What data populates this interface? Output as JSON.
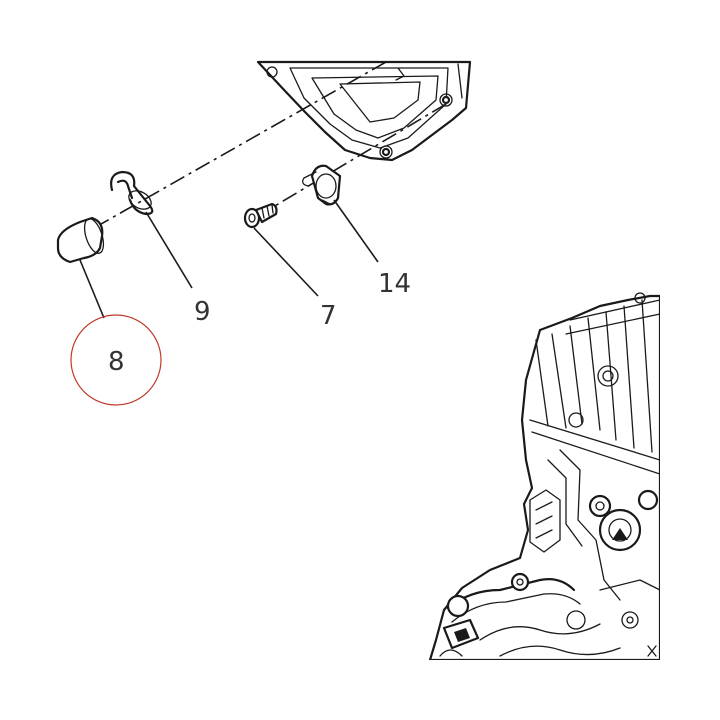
{
  "callouts": {
    "part_8": "8",
    "part_9": "9",
    "part_7": "7",
    "part_14": "14"
  },
  "colors": {
    "line": "#1a1a1a",
    "highlight_circle": "#c0392b",
    "label": "#333333"
  }
}
